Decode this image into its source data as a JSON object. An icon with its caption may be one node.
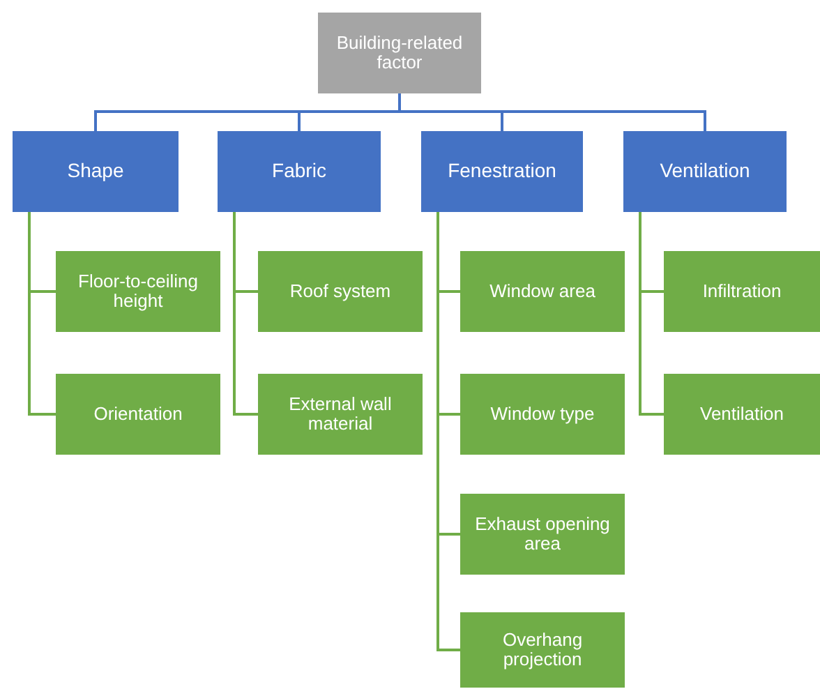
{
  "diagram": {
    "nodes": [
      {
        "text": [
          "Building-related factor"
        ]
      },
      {
        "text": [
          "Shape"
        ]
      },
      {
        "text": [
          "Fabric"
        ]
      },
      {
        "text": [
          "Fenestration"
        ]
      },
      {
        "text": [
          "Ventilation"
        ]
      },
      {
        "text": [
          "Floor-to-ceiling height"
        ]
      },
      {
        "text": [
          "Orientation"
        ]
      },
      {
        "text": [
          "Roof system"
        ]
      },
      {
        "text": [
          "External wall material"
        ]
      },
      {
        "text": [
          "Window area"
        ]
      },
      {
        "text": [
          "Window type"
        ]
      },
      {
        "text": [
          "Exhaust opening area"
        ]
      },
      {
        "text": [
          "Overhang projection"
        ]
      },
      {
        "text": [
          "Infiltration"
        ]
      },
      {
        "text": [
          "Ventilation"
        ]
      }
    ],
    "edges": [
      {
        "from": 0,
        "to": 1,
        "arrow": "none",
        "color": "#4472c4"
      },
      {
        "from": 0,
        "to": 2,
        "arrow": "none",
        "color": "#4472c4"
      },
      {
        "from": 0,
        "to": 3,
        "arrow": "none",
        "color": "#4472c4"
      },
      {
        "from": 0,
        "to": 4,
        "arrow": "none",
        "color": "#4472c4"
      },
      {
        "from": 1,
        "to": 5,
        "arrow": "none"
      },
      {
        "from": 1,
        "to": 6,
        "arrow": "none"
      },
      {
        "from": 2,
        "to": 7,
        "arrow": "none"
      },
      {
        "from": 2,
        "to": 8,
        "arrow": "none"
      },
      {
        "from": 3,
        "to": 9,
        "arrow": "none"
      },
      {
        "from": 3,
        "to": 10,
        "arrow": "none"
      },
      {
        "from": 3,
        "to": 11,
        "arrow": "none"
      },
      {
        "from": 3,
        "to": 12,
        "arrow": "none"
      },
      {
        "from": 4,
        "to": 13,
        "arrow": "none"
      },
      {
        "from": 4,
        "to": 14,
        "arrow": "none"
      }
    ]
  }
}
